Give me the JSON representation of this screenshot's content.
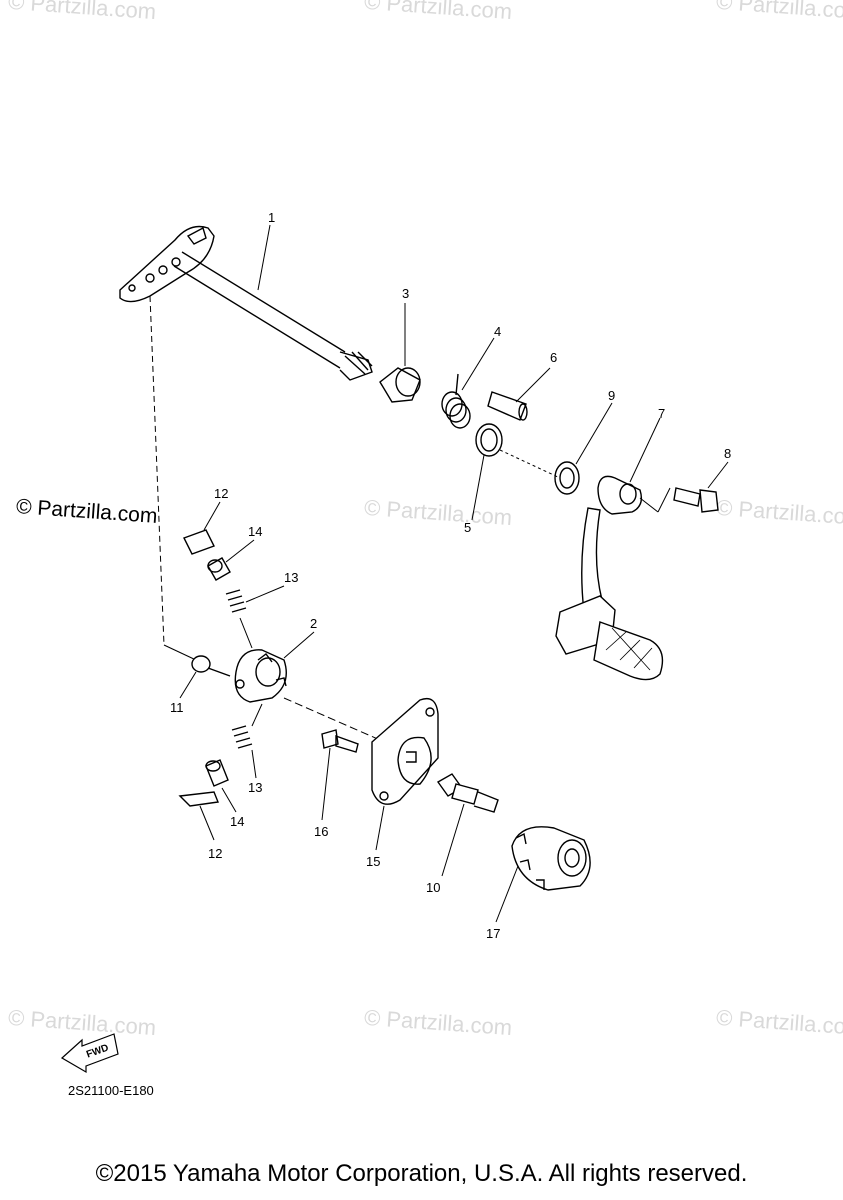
{
  "watermarks": [
    "© Partzilla.com",
    "© Partzilla.com",
    "© Partzilla.com",
    "© Partzilla.com",
    "© Partzilla.com",
    "© Partzilla.com",
    "© Partzilla.com",
    "© Partzilla.com"
  ],
  "brand_watermark": "© Partzilla.com",
  "callouts": {
    "c1": "1",
    "c2": "2",
    "c3": "3",
    "c4": "4",
    "c5": "5",
    "c6": "6",
    "c7": "7",
    "c8": "8",
    "c9": "9",
    "c10": "10",
    "c11": "11",
    "c12a": "12",
    "c12b": "12",
    "c13a": "13",
    "c13b": "13",
    "c14a": "14",
    "c14b": "14",
    "c15": "15",
    "c16": "16",
    "c17": "17"
  },
  "fwd_label": "FWD",
  "diagram_code": "2S21100-E180",
  "copyright": "©2015 Yamaha Motor Corporation, U.S.A. All rights reserved."
}
